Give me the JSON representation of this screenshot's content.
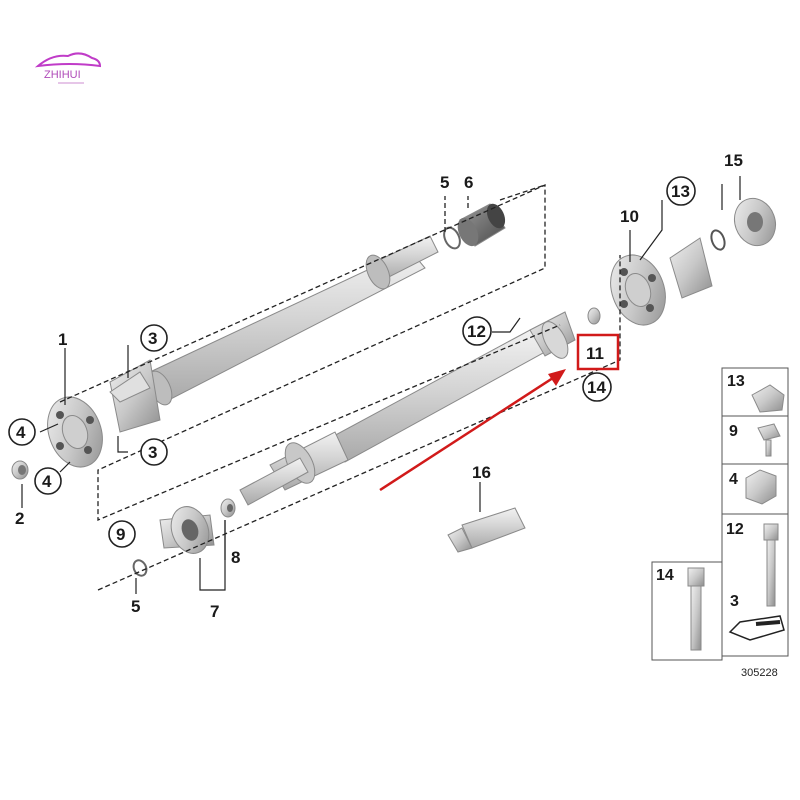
{
  "logo": {
    "text": "ZHIHUI",
    "color": "#c03cc8"
  },
  "highlight_color": "#d11a1a",
  "callouts": {
    "c1": "1",
    "c2": "2",
    "c3a": "3",
    "c3b": "3",
    "c4a": "4",
    "c4b": "4",
    "c5a": "5",
    "c5b": "5",
    "c6": "6",
    "c7": "7",
    "c8": "8",
    "c9": "9",
    "c10": "10",
    "c11": "11",
    "c12": "12",
    "c13": "13",
    "c14": "14",
    "c15": "15",
    "c16": "16"
  },
  "legend": {
    "items": [
      "13",
      "9",
      "4",
      "12",
      "14",
      "3"
    ]
  },
  "reference_number": "305228"
}
